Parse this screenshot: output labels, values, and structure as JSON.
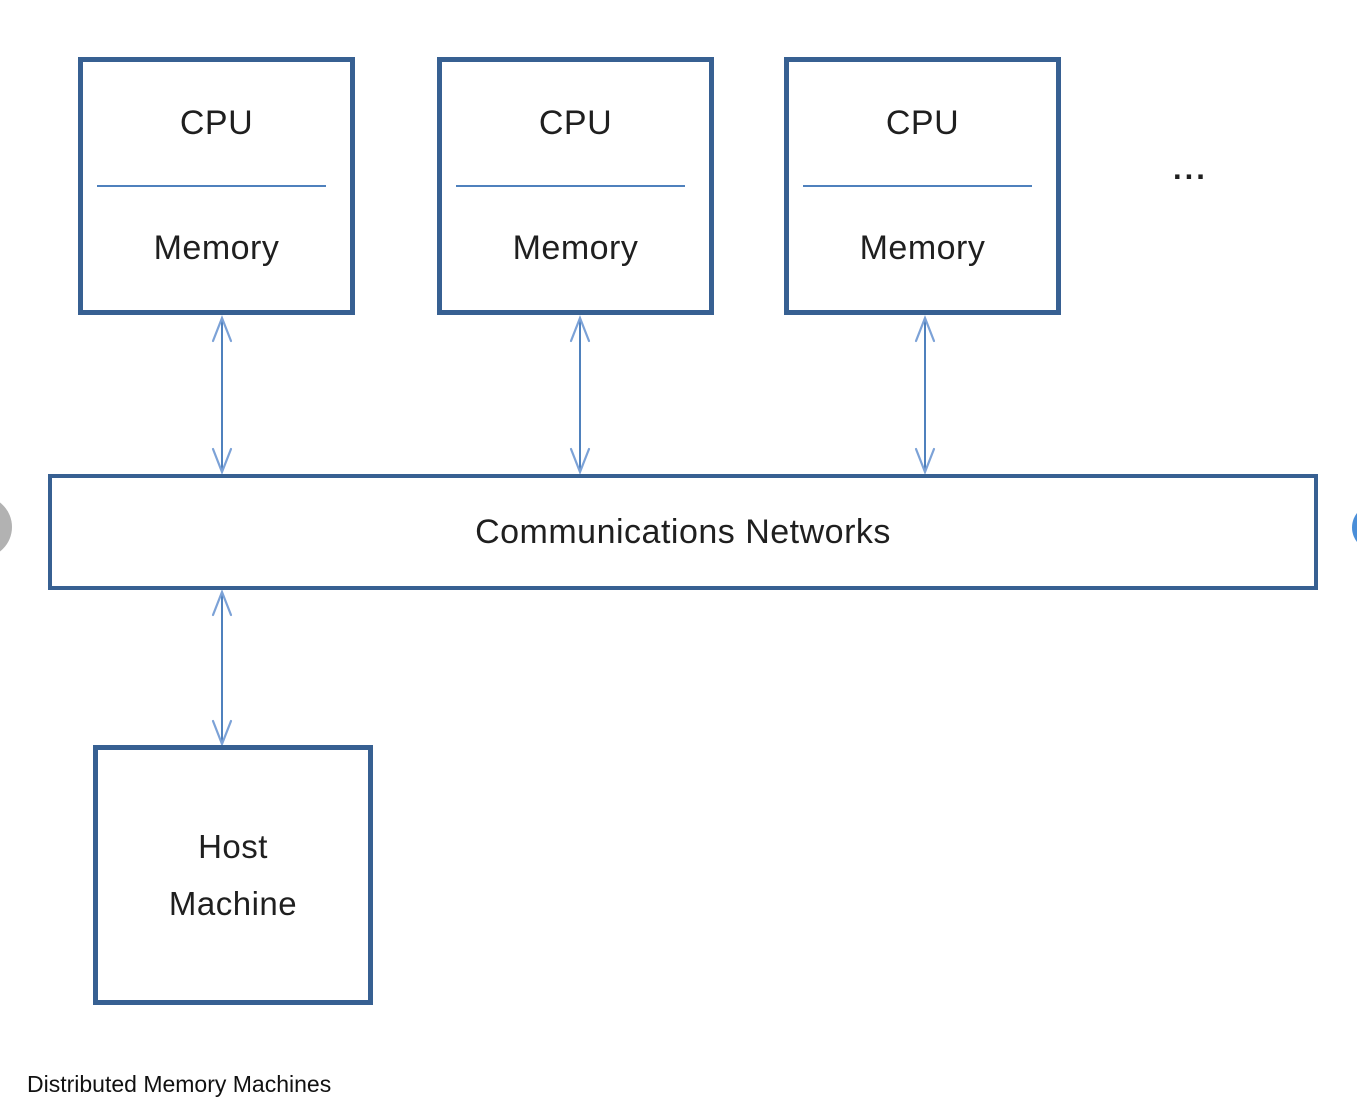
{
  "page": {
    "caption": "Distributed Memory Machines"
  },
  "diagram": {
    "cpu_nodes": [
      {
        "top_label": "CPU",
        "bottom_label": "Memory"
      },
      {
        "top_label": "CPU",
        "bottom_label": "Memory"
      },
      {
        "top_label": "CPU",
        "bottom_label": "Memory"
      }
    ],
    "ellipsis": "...",
    "network_bar": {
      "label": "Communications Networks"
    },
    "host_node": {
      "line1": "Host",
      "line2": "Machine"
    }
  },
  "colors": {
    "box_border": "#376092",
    "divider_line": "#4F81BD",
    "arrow_shaft": "#4F81BD",
    "arrow_head": "#7CA2D7",
    "text": "#1f1f1f",
    "carousel_prev_bg": "#b2b2b2",
    "carousel_next_bg": "#4a8ed8"
  }
}
